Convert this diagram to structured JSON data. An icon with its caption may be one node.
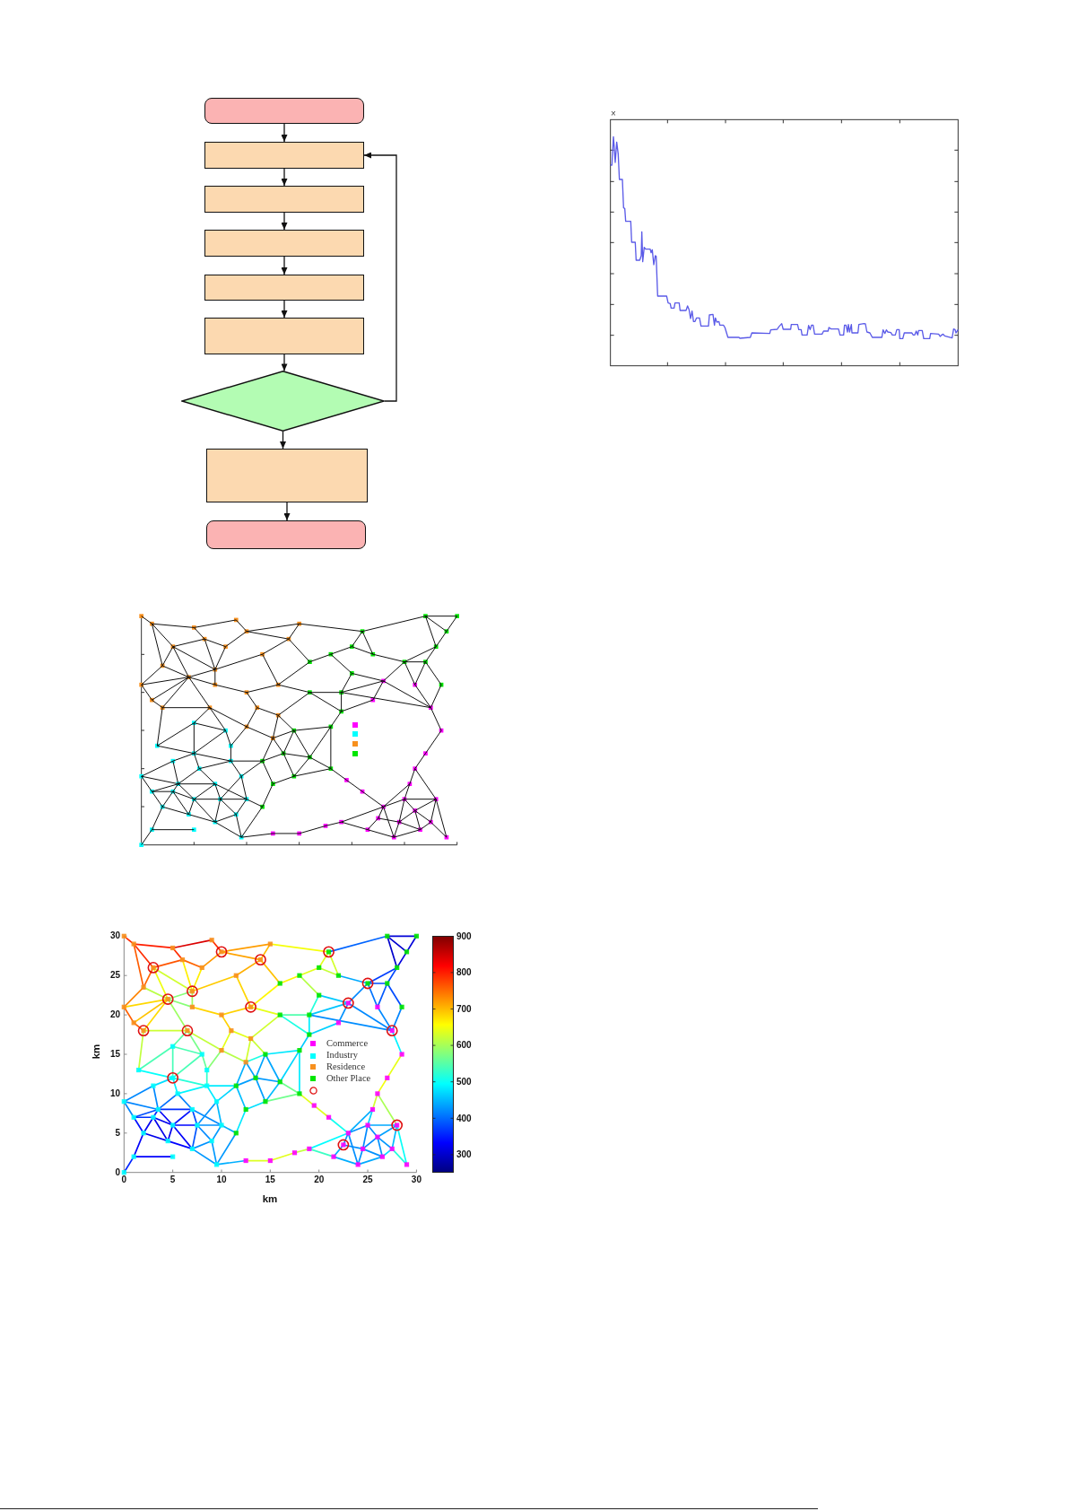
{
  "diagram": {
    "nodes": [
      {
        "text": [],
        "shape": "box"
      },
      {
        "text": [],
        "shape": "box"
      },
      {
        "text": [],
        "shape": "box"
      },
      {
        "text": [],
        "shape": "box"
      },
      {
        "text": [],
        "shape": "box"
      },
      {
        "text": [],
        "shape": "box"
      },
      {
        "text": [],
        "shape": "diamond"
      },
      {
        "text": [],
        "shape": "box"
      },
      {
        "text": [],
        "shape": "box"
      }
    ],
    "edges": [
      {
        "from": 0,
        "to": 1,
        "arrow": "to"
      },
      {
        "from": 1,
        "to": 2,
        "arrow": "to"
      },
      {
        "from": 2,
        "to": 3,
        "arrow": "to"
      },
      {
        "from": 3,
        "to": 4,
        "arrow": "to"
      },
      {
        "from": 4,
        "to": 5,
        "arrow": "to"
      },
      {
        "from": 5,
        "to": 6,
        "arrow": "to"
      },
      {
        "from": 6,
        "to": 1,
        "arrow": "to"
      },
      {
        "from": 6,
        "to": 7,
        "arrow": "to"
      },
      {
        "from": 7,
        "to": 8,
        "arrow": "to"
      }
    ],
    "labels": [
      "×",
      "30",
      "25",
      "20",
      "15",
      "10",
      "5",
      "0",
      "km",
      "0",
      "5",
      "10",
      "15",
      "20",
      "25",
      "30",
      "km",
      "900",
      "800",
      "700",
      "600",
      "500",
      "400",
      "300"
    ],
    "legend": [
      {
        "text": "Commerce",
        "color": "#ff00ff"
      },
      {
        "text": "Industry",
        "color": "#00ffff"
      },
      {
        "text": "Residence",
        "color": "#f7901e"
      },
      {
        "text": "Other Place",
        "color": "#00e600"
      }
    ]
  }
}
